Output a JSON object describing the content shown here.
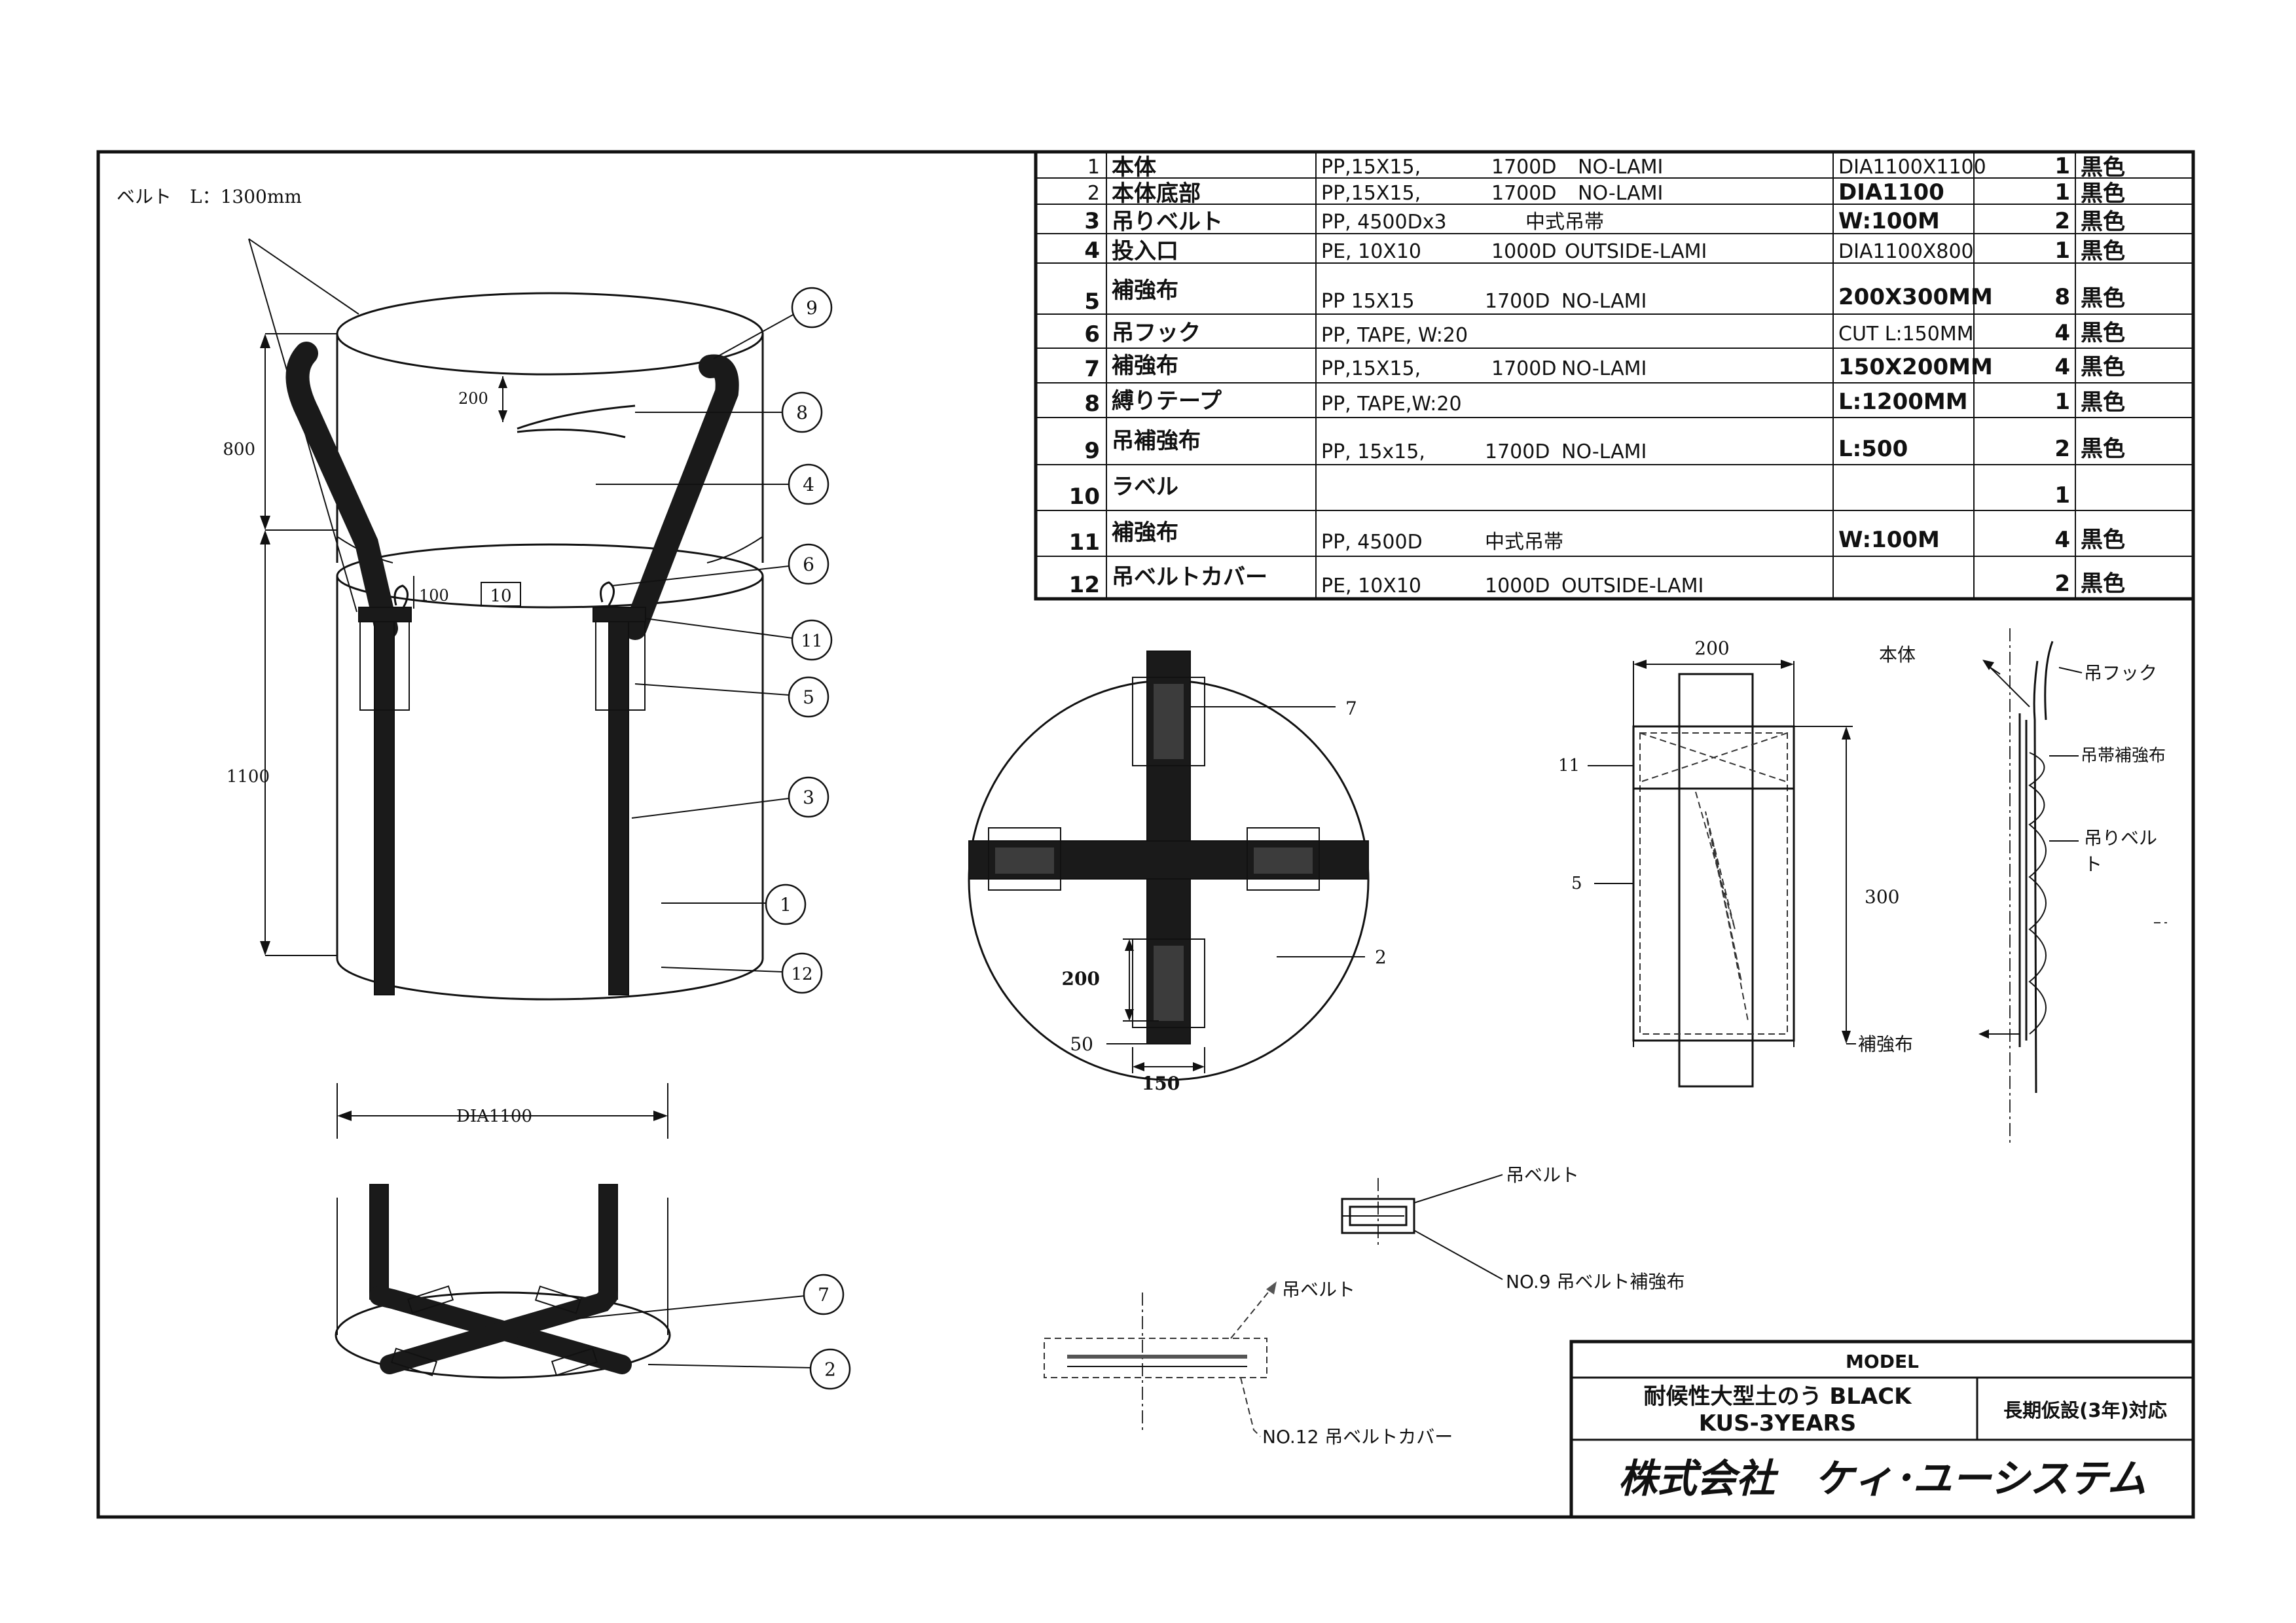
{
  "note_belt_length": "ベルト　L：1300mm",
  "parts_table": [
    {
      "no": "1",
      "name": "本体",
      "spec": "PP,15X15,",
      "denier": "1700D",
      "lami": "NO-LAMI",
      "size": "DIA1100X1100",
      "qty": "1",
      "color": "黒色"
    },
    {
      "no": "2",
      "name": "本体底部",
      "spec": "PP,15X15,",
      "denier": "1700D",
      "lami": "NO-LAMI",
      "size": "DIA1100",
      "qty": "1",
      "color": "黒色"
    },
    {
      "no": "3",
      "name": "吊りベルト",
      "spec": "PP,  4500Dx3",
      "denier": "中式吊帯",
      "lami": "",
      "size": "W:100M",
      "qty": "2",
      "color": "黒色"
    },
    {
      "no": "4",
      "name": "投入口",
      "spec": "PE, 10X10",
      "denier": "1000D",
      "lami": "OUTSIDE-LAMI",
      "size": "DIA1100X800",
      "qty": "1",
      "color": "黒色"
    },
    {
      "no": "5",
      "name": "補強布",
      "spec": "PP 15X15",
      "denier": "1700D",
      "lami": "NO-LAMI",
      "size": "200X300MM",
      "qty": "8",
      "color": "黒色"
    },
    {
      "no": "6",
      "name": "吊フック",
      "spec": "PP, TAPE, W:20",
      "denier": "",
      "lami": "",
      "size": "CUT L:150MM",
      "qty": "4",
      "color": "黒色"
    },
    {
      "no": "7",
      "name": "補強布",
      "spec": "PP,15X15,",
      "denier": "1700D",
      "lami": "NO-LAMI",
      "size": "150X200MM",
      "qty": "4",
      "color": "黒色"
    },
    {
      "no": "8",
      "name": "縛りテープ",
      "spec": "PP, TAPE,W:20",
      "denier": "",
      "lami": "",
      "size": "L:1200MM",
      "qty": "1",
      "color": "黒色"
    },
    {
      "no": "9",
      "name": "吊補強布",
      "spec": "PP, 15x15,",
      "denier": "1700D",
      "lami": "NO-LAMI",
      "size": "L:500",
      "qty": "2",
      "color": "黒色"
    },
    {
      "no": "10",
      "name": "ラベル",
      "spec": "",
      "denier": "",
      "lami": "",
      "size": "",
      "qty": "1",
      "color": ""
    },
    {
      "no": "11",
      "name": "補強布",
      "spec": "PP,  4500D",
      "denier": "中式吊帯",
      "lami": "",
      "size": "W:100M",
      "qty": "4",
      "color": "黒色"
    },
    {
      "no": "12",
      "name": "吊ベルトカバー",
      "spec": "PE,  10X10",
      "denier": "1000D",
      "lami": "OUTSIDE-LAMI",
      "size": "",
      "qty": "2",
      "color": "黒色"
    }
  ],
  "dimensions": {
    "top_height": "800",
    "body_height": "1100",
    "tape_offset": "200",
    "hook_offset": "100",
    "diameter": "DIA1100",
    "pad_len": "200",
    "pad_gap": "50",
    "pad_width": "150",
    "detail_width": "200",
    "detail_height": "300"
  },
  "callouts": [
    "1",
    "2",
    "3",
    "4",
    "5",
    "6",
    "7",
    "8",
    "9",
    "10",
    "11",
    "12"
  ],
  "bottom_view_labels": {
    "ref7": "7",
    "ref2": "2"
  },
  "detail_labels": {
    "body": "本体",
    "reinforce": "補強布",
    "ref11": "11",
    "ref5": "5",
    "hook": "吊フック",
    "belt_reinforce": "吊帯補強布",
    "belt_line1": "吊りベル",
    "belt_line2": "ト",
    "belt_small": "吊ベルト",
    "no9": "NO.9 吊ベルト補強布",
    "belt_small2": "吊ベルト",
    "no12": "NO.12 吊ベルトカバー"
  },
  "title_block": {
    "model_label": "MODEL",
    "product_line1": "耐候性大型土のう BLACK",
    "product_line2": "KUS-3YEARS",
    "usage": "長期仮設(3年)対応",
    "company": "株式会社　ケィ･ユーシステム"
  }
}
